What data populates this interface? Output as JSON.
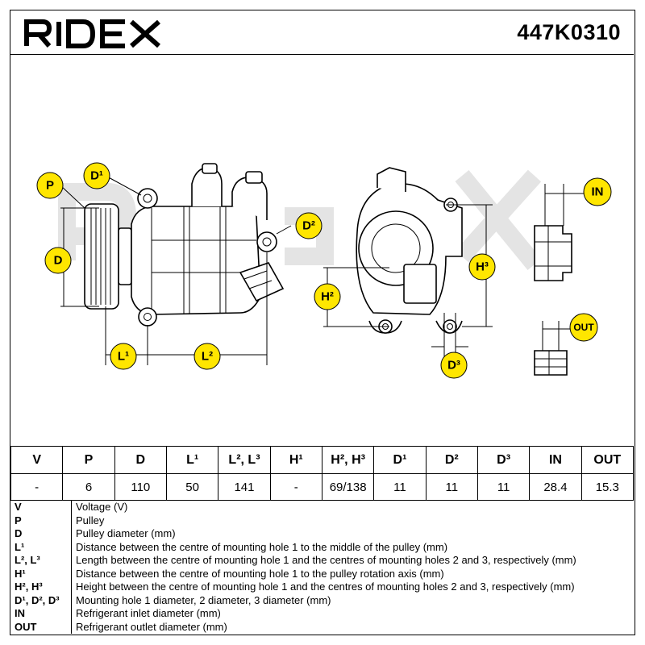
{
  "header": {
    "brand": "RIDEX",
    "part_number": "447K0310",
    "brand_color": "#000000"
  },
  "callouts": {
    "P": "P",
    "D": "D",
    "D1": "D¹",
    "D2": "D²",
    "D3": "D³",
    "L1": "L¹",
    "L2": "L²",
    "H2": "H²",
    "H3": "H³",
    "IN": "IN",
    "OUT": "OUT",
    "accent_color": "#FFE600"
  },
  "table": {
    "headers": [
      "V",
      "P",
      "D",
      "L¹",
      "L², L³",
      "H¹",
      "H², H³",
      "D¹",
      "D²",
      "D³",
      "IN",
      "OUT"
    ],
    "values": [
      "-",
      "6",
      "110",
      "50",
      "141",
      "-",
      "69/138",
      "11",
      "11",
      "11",
      "28.4",
      "15.3"
    ]
  },
  "legend": [
    {
      "key": "V",
      "desc": "Voltage (V)"
    },
    {
      "key": "P",
      "desc": "Pulley"
    },
    {
      "key": "D",
      "desc": "Pulley diameter (mm)"
    },
    {
      "key": "L¹",
      "desc": "Distance between the centre of mounting hole 1 to the middle of the pulley (mm)"
    },
    {
      "key": "L², L³",
      "desc": "Length between the centre of mounting hole 1 and the centres of mounting holes 2 and 3, respectively (mm)"
    },
    {
      "key": "H¹",
      "desc": "Distance between the centre of mounting hole 1 to the pulley rotation axis (mm)"
    },
    {
      "key": "H², H³",
      "desc": "Height between the centre of mounting hole 1 and the centres of mounting holes 2 and 3, respectively (mm)"
    },
    {
      "key": "D¹, D², D³",
      "desc": "Mounting hole 1 diameter, 2 diameter, 3 diameter (mm)"
    },
    {
      "key": "IN",
      "desc": "Refrigerant inlet diameter (mm)"
    },
    {
      "key": "OUT",
      "desc": "Refrigerant outlet diameter (mm)"
    }
  ]
}
